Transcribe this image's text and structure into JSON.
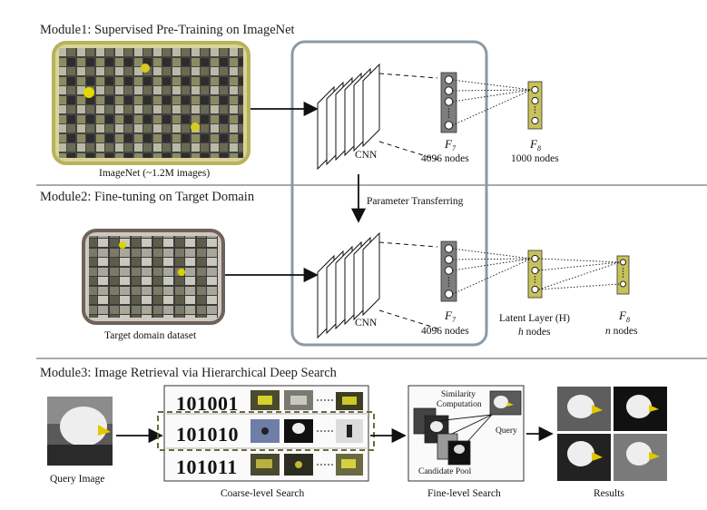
{
  "modules": {
    "module1_title": "Module1: Supervised Pre-Training on ImageNet",
    "module2_title": "Module2: Fine-tuning on Target Domain",
    "module3_title": "Module3: Image Retrieval via Hierarchical Deep Search"
  },
  "module1": {
    "dataset_label": "ImageNet (~1.2M images)",
    "cnn_label": "CNN",
    "f7_letter": "F",
    "f7_sub": "7",
    "f7_nodes": "4096 nodes",
    "f8_letter": "F",
    "f8_sub": "8",
    "f8_nodes": "1000 nodes"
  },
  "transfer_label": "Parameter Transferring",
  "module2": {
    "dataset_label": "Target domain dataset",
    "cnn_label": "CNN",
    "f7_letter": "F",
    "f7_sub": "7",
    "f7_nodes": "4096 nodes",
    "latent_label": "Latent Layer (H)",
    "latent_nodes_var": "h",
    "latent_nodes_word": " nodes",
    "f8_letter": "F",
    "f8_sub": "8",
    "f8_nodes_var": "n",
    "f8_nodes_word": " nodes"
  },
  "module3": {
    "query_image_label": "Query Image",
    "codes": [
      "101001",
      "101010",
      "101011"
    ],
    "coarse_label": "Coarse-level Search",
    "similarity_label_line1": "Similarity",
    "similarity_label_line2": "Computation",
    "query_label": "Query",
    "candidate_pool_label": "Candidate Pool",
    "fine_label": "Fine-level Search",
    "results_label": "Results"
  },
  "colors": {
    "imagenet_border": "#b7b35a",
    "target_border": "#6e625a",
    "cnn_frame": "#8a9aa6",
    "fc_gray": "#7d7d7d",
    "fc_olive": "#c7c25a",
    "separator": "#555555",
    "dashed_frame": "#6b6b3a"
  }
}
